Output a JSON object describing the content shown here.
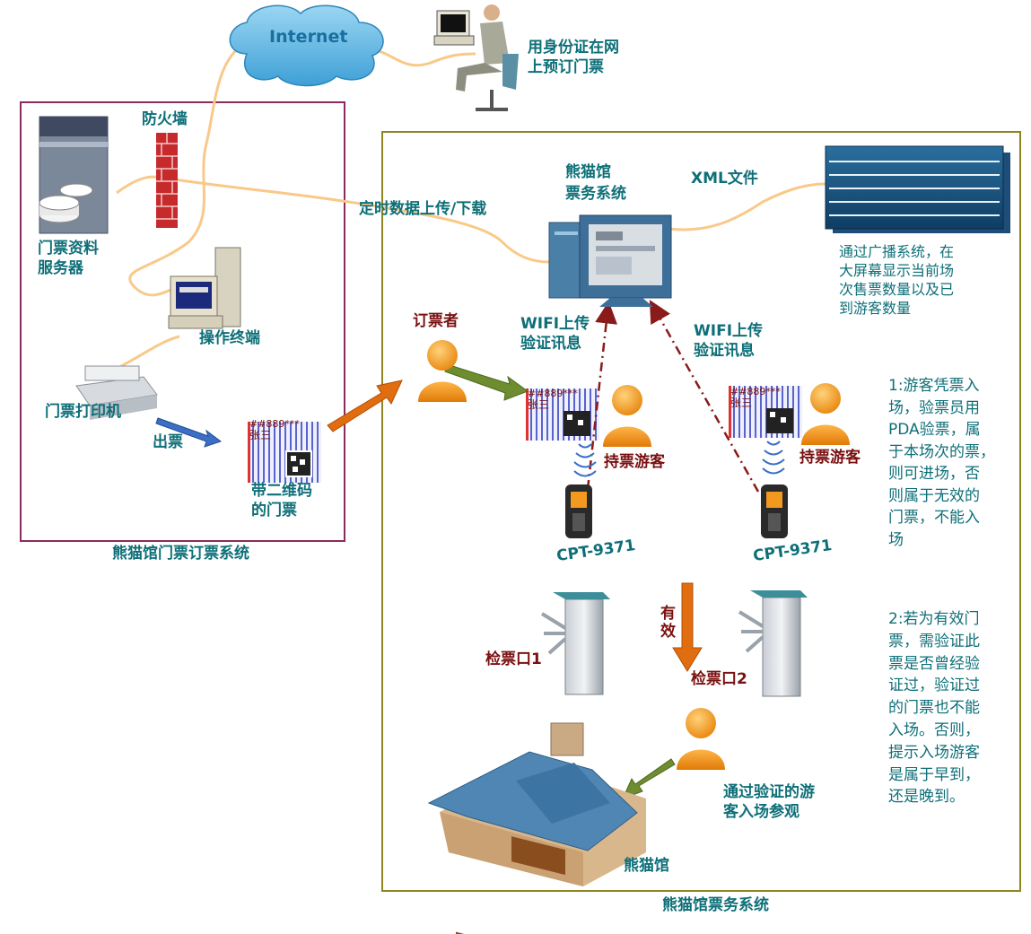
{
  "internet": "Internet",
  "online_booking": [
    "用身份证在网",
    "上预订门票"
  ],
  "firewall": "防火墙",
  "ticket_server": [
    "门票资料",
    "服务器"
  ],
  "operator_terminal": "操作终端",
  "ticket_printer": "门票打印机",
  "issue_ticket": "出票",
  "qr_ticket": [
    "带二维码",
    "的门票"
  ],
  "ticket_text": [
    "##889***",
    "张三"
  ],
  "booking_system_title": "熊猫馆门票订票系统",
  "ticketing_system_title": "熊猫馆票务系统",
  "panda_ticket_system": [
    "熊猫馆",
    "票务系统"
  ],
  "xml_file": "XML文件",
  "sync_label": "定时数据上传/下载",
  "broadcast_note": [
    "通过广播系统，在",
    "大屏幕显示当前场",
    "次售票数量以及已",
    "到游客数量"
  ],
  "booker": "订票者",
  "wifi_left": [
    "WIFI上传",
    "验证讯息"
  ],
  "wifi_right": [
    "WIFI上传",
    "验证讯息"
  ],
  "holder_left": "持票游客",
  "holder_right": "持票游客",
  "pda_left": "CPT-9371",
  "pda_right": "CPT-9371",
  "note1": [
    "1:游客凭票入",
    "场，验票员用",
    "PDA验票，属",
    "于本场次的票，",
    "则可进场，否",
    "则属于无效的",
    "门票，不能入",
    "场"
  ],
  "note2": [
    "2:若为有效门",
    "票，需验证此",
    "票是否曾经验",
    "证过，验证过",
    "的门票也不能",
    "入场。否则，",
    "提示入场游客",
    "是属于早到，",
    "还是晚到。"
  ],
  "valid": [
    "有",
    "效"
  ],
  "gate1": "检票口1",
  "gate2": "检票口2",
  "admitted": [
    "通过验证的游",
    "客入场参观"
  ],
  "panda_house": "熊猫馆",
  "colors": {
    "booking_border": "#8b2a5e",
    "ticketing_border": "#8f8520",
    "label_teal": "#0e6f78",
    "label_red": "#7a1010",
    "person_orange": "#f39a1e",
    "arrow_orange": "#e06d10",
    "arrow_green": "#6e8c30",
    "arrow_blue": "#3b6fc6",
    "cable": "#f9c98a",
    "dashdot": "#8b1a1a"
  }
}
